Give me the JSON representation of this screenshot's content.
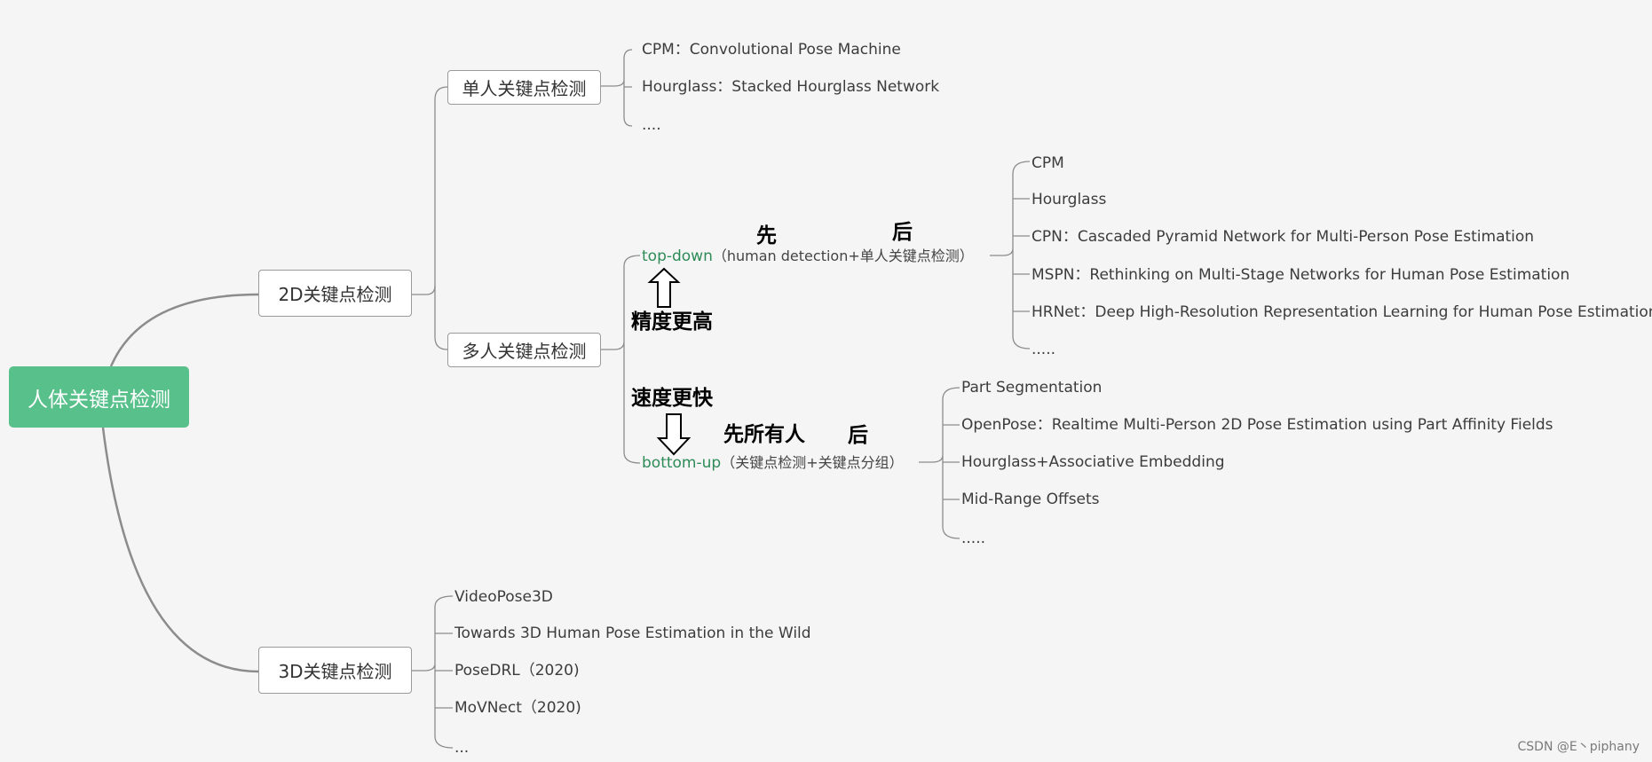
{
  "root": {
    "label": "人体关键点检测"
  },
  "branches": {
    "d2": {
      "label": "2D关键点检测"
    },
    "d3": {
      "label": "3D关键点检测"
    },
    "single": {
      "label": "单人关键点检测"
    },
    "multi": {
      "label": "多人关键点检测"
    }
  },
  "single_items": [
    "CPM：Convolutional Pose Machine",
    "Hourglass：Stacked Hourglass Network",
    "...."
  ],
  "topdown": {
    "name": "top-down",
    "desc": "（human detection+单人关键点检测）"
  },
  "bottomup": {
    "name": "bottom-up",
    "desc": "（关键点检测+关键点分组）"
  },
  "topdown_items": [
    "CPM",
    "Hourglass",
    "CPN：Cascaded Pyramid Network for Multi-Person Pose Estimation",
    "MSPN：Rethinking on Multi-Stage Networks for Human Pose Estimation",
    "HRNet：Deep High-Resolution Representation Learning for Human Pose Estimation",
    "....."
  ],
  "bottomup_items": [
    "Part Segmentation",
    "OpenPose：Realtime Multi-Person 2D Pose Estimation using Part Affinity Fields",
    "Hourglass+Associative Embedding",
    "Mid-Range Offsets",
    "....."
  ],
  "d3_items": [
    "VideoPose3D",
    "Towards 3D Human Pose Estimation in the Wild",
    "PoseDRL（2020)",
    "MoVNect（2020)",
    "..."
  ],
  "annotations": {
    "first": "先",
    "after": "后",
    "higher_precision": "精度更高",
    "faster_speed": "速度更快",
    "first_all_people": "先所有人",
    "after2": "后"
  },
  "watermark": "CSDN @E丶piphany",
  "colors": {
    "root_fill": "#58c08b",
    "line": "#8c8c8c",
    "method_green": "#2e8b57",
    "background": "#f5f5f5"
  }
}
